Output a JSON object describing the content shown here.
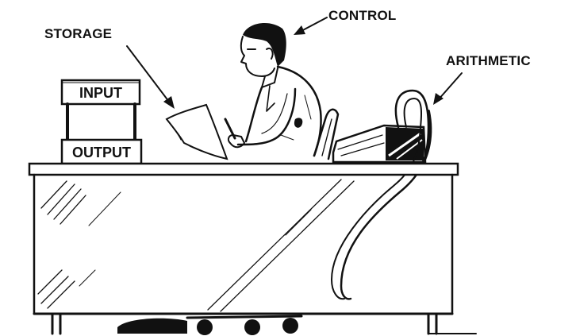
{
  "labels": {
    "storage": "STORAGE",
    "control": "CONTROL",
    "arithmetic": "ARITHMETIC"
  },
  "trays": {
    "input": "INPUT",
    "output": "OUTPUT"
  },
  "colors": {
    "ink": "#111111",
    "paper": "#ffffff"
  }
}
